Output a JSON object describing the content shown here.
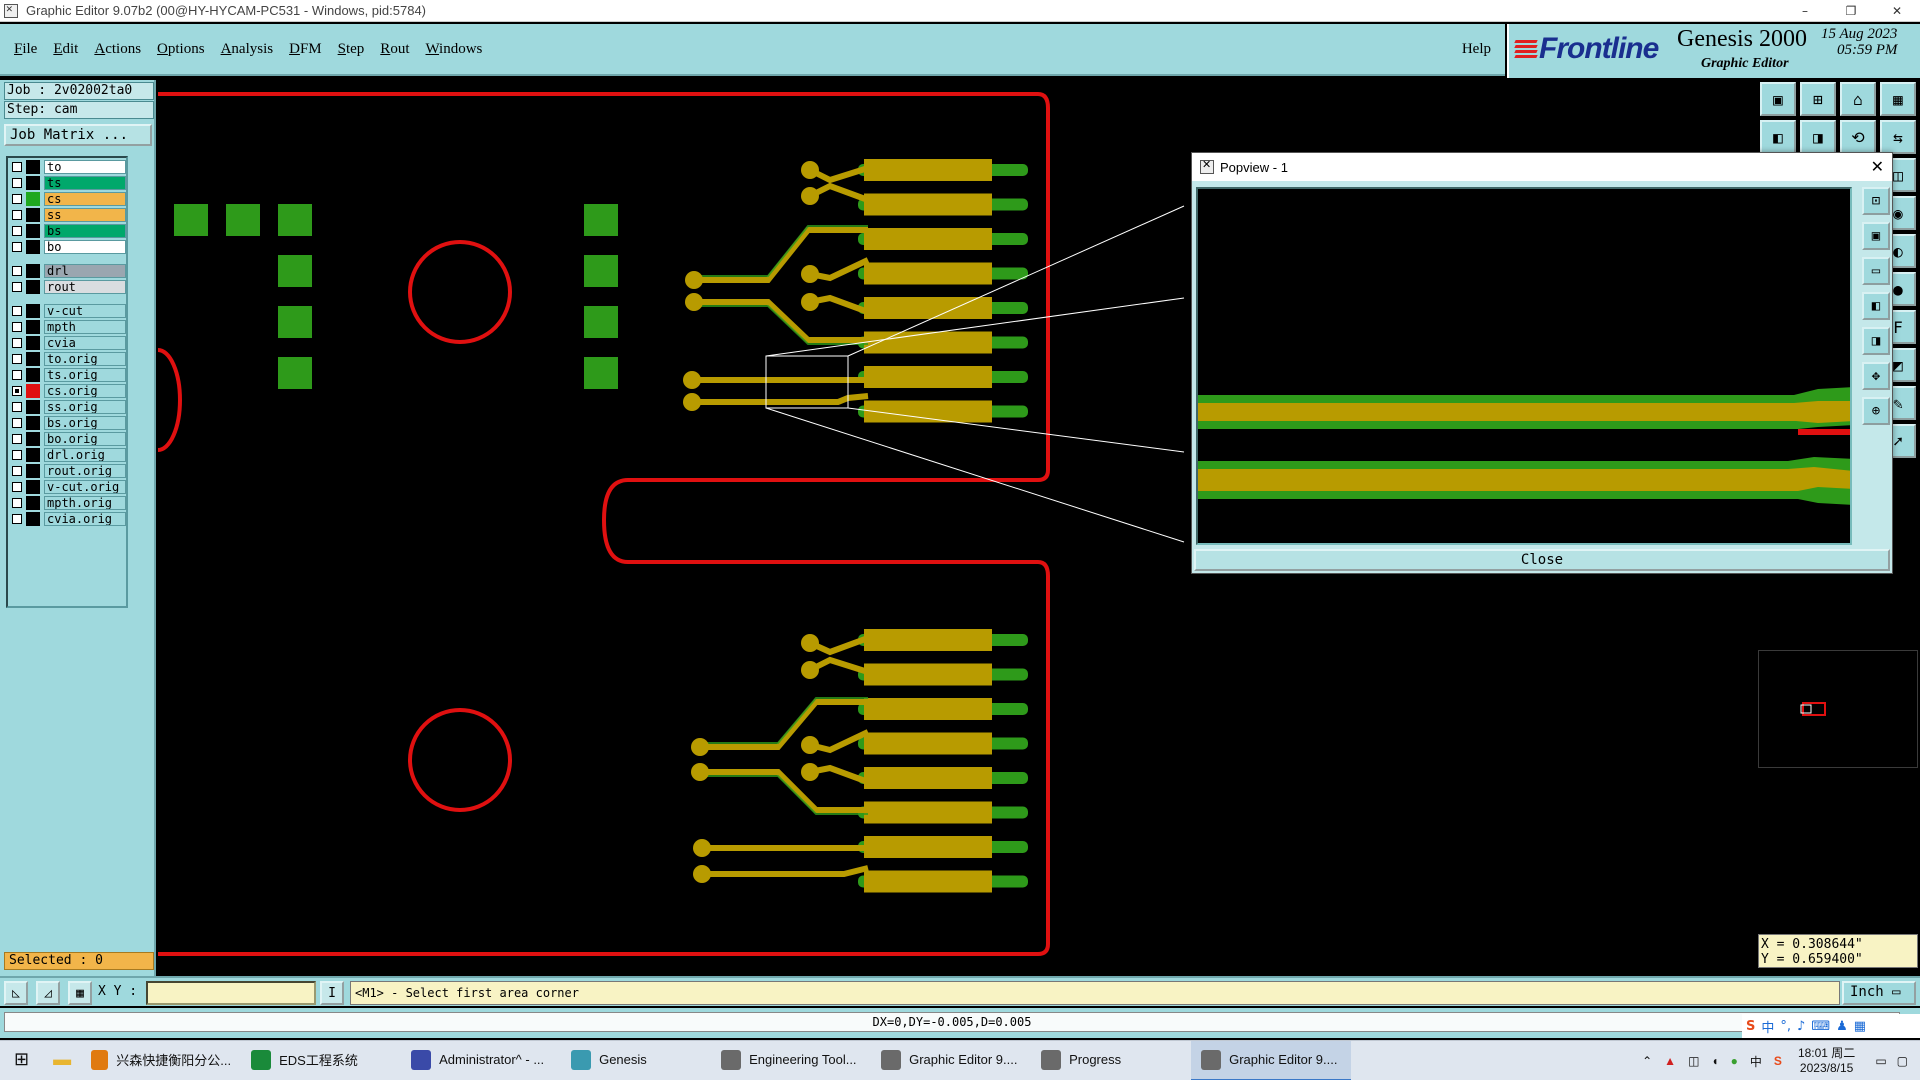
{
  "window": {
    "title": "Graphic Editor 9.07b2 (00@HY-HYCAM-PC531 - Windows, pid:5784)",
    "controls": [
      "–",
      "❐",
      "✕"
    ]
  },
  "menu": {
    "items": [
      "File",
      "Edit",
      "Actions",
      "Options",
      "Analysis",
      "DFM",
      "Step",
      "Rout",
      "Windows"
    ],
    "help": "Help"
  },
  "brand": {
    "logo": "Frontline",
    "product": "Genesis 2000",
    "subtitle": "Graphic Editor",
    "date_line1": "15 Aug 2023",
    "date_line2": "05:59 PM"
  },
  "left_panel": {
    "job": "Job : 2v02002ta0",
    "step": "Step: cam",
    "job_matrix_button": "Job Matrix ...",
    "selected": "Selected : 0",
    "layers": [
      {
        "name": "to",
        "color": "#ffffff",
        "swatch": "#000000",
        "checked": false
      },
      {
        "name": "ts",
        "color": "#00a86b",
        "swatch": "#000000",
        "checked": false
      },
      {
        "name": "cs",
        "color": "#f2b54a",
        "swatch": "#1fa81f",
        "checked": false
      },
      {
        "name": "ss",
        "color": "#f2b54a",
        "swatch": "#000000",
        "checked": false
      },
      {
        "name": "bs",
        "color": "#00a86b",
        "swatch": "#000000",
        "checked": false
      },
      {
        "name": "bo",
        "color": "#ffffff",
        "swatch": "#000000",
        "checked": false
      },
      {
        "name": "drl",
        "color": "#9aa6b0",
        "swatch": "#000000",
        "checked": false
      },
      {
        "name": "rout",
        "color": "#d9dde0",
        "swatch": "#000000",
        "checked": false
      },
      {
        "name": "v-cut",
        "color": "#9fd9dd",
        "swatch": "#000000",
        "checked": false
      },
      {
        "name": "mpth",
        "color": "#9fd9dd",
        "swatch": "#000000",
        "checked": false
      },
      {
        "name": "cvia",
        "color": "#9fd9dd",
        "swatch": "#000000",
        "checked": false
      },
      {
        "name": "to.orig",
        "color": "#9fd9dd",
        "swatch": "#000000",
        "checked": false
      },
      {
        "name": "ts.orig",
        "color": "#9fd9dd",
        "swatch": "#000000",
        "checked": false
      },
      {
        "name": "cs.orig",
        "color": "#9fd9dd",
        "swatch": "#e01010",
        "checked": true
      },
      {
        "name": "ss.orig",
        "color": "#9fd9dd",
        "swatch": "#000000",
        "checked": false
      },
      {
        "name": "bs.orig",
        "color": "#9fd9dd",
        "swatch": "#000000",
        "checked": false
      },
      {
        "name": "bo.orig",
        "color": "#9fd9dd",
        "swatch": "#000000",
        "checked": false
      },
      {
        "name": "drl.orig",
        "color": "#9fd9dd",
        "swatch": "#000000",
        "checked": false
      },
      {
        "name": "rout.orig",
        "color": "#9fd9dd",
        "swatch": "#000000",
        "checked": false
      },
      {
        "name": "v-cut.orig",
        "color": "#9fd9dd",
        "swatch": "#000000",
        "checked": false
      },
      {
        "name": "mpth.orig",
        "color": "#9fd9dd",
        "swatch": "#000000",
        "checked": false
      },
      {
        "name": "cvia.orig",
        "color": "#9fd9dd",
        "swatch": "#000000",
        "checked": false
      }
    ]
  },
  "popview": {
    "title": "Popview - 1",
    "close_button": "Close"
  },
  "coords": {
    "x": "X = 0.308644\"",
    "y": "Y = 0.659400\""
  },
  "command_bar": {
    "xy_label": "X Y :",
    "xy_value": "",
    "prompt": "<M1> - Select first area corner",
    "unit": "Inch"
  },
  "status": {
    "text": "DX=0,DY=-0.005,D=0.005"
  },
  "colors": {
    "panel": "#9fd9dd",
    "copper": "#b89b00",
    "mask": "#2e9a1a",
    "outline": "#e01010"
  },
  "taskbar": {
    "items": [
      {
        "label": "兴森快捷衡阳分公...",
        "icon_color": "#e07a10",
        "active": false
      },
      {
        "label": "EDS工程系统",
        "icon_color": "#1a8a3a",
        "active": false
      },
      {
        "label": "Administrator^ - ...",
        "icon_color": "#3a4aa8",
        "active": false
      },
      {
        "label": "Genesis",
        "icon_color": "#3a9ab0",
        "active": false
      },
      {
        "label": "Engineering Tool...",
        "icon_color": "#6a6a6a",
        "active": false
      },
      {
        "label": "Graphic Editor 9....",
        "icon_color": "#6a6a6a",
        "active": false
      },
      {
        "label": "Progress",
        "icon_color": "#6a6a6a",
        "active": false
      },
      {
        "label": "Graphic Editor 9....",
        "icon_color": "#6a6a6a",
        "active": true
      }
    ],
    "clock_time": "18:01 周二",
    "clock_date": "2023/8/15",
    "ime": "中"
  }
}
